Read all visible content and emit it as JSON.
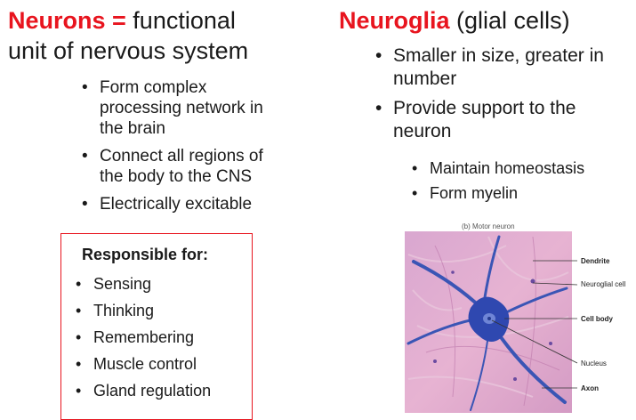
{
  "left": {
    "heading_red": "Neurons = ",
    "heading_rest_line1": "functional",
    "heading_rest_line2": "unit of nervous system",
    "bullets": [
      "Form complex processing network in the brain",
      "Connect all regions of the body to the CNS",
      "Electrically excitable"
    ]
  },
  "box": {
    "title": "Responsible for:",
    "items": [
      "Sensing",
      "Thinking",
      "Remembering",
      "Muscle control",
      "Gland regulation"
    ]
  },
  "right": {
    "heading_red": "Neuroglia",
    "heading_rest": " (glial cells)",
    "bullets": [
      "Smaller in size, greater in number",
      "Provide support to the neuron"
    ],
    "sub_bullets": [
      "Maintain homeostasis",
      "Form myelin"
    ]
  },
  "figure": {
    "caption": "(b) Motor neuron",
    "labels": [
      "Dendrite",
      "Neuroglial cell",
      "Cell body",
      "Nucleus",
      "Axon"
    ]
  }
}
